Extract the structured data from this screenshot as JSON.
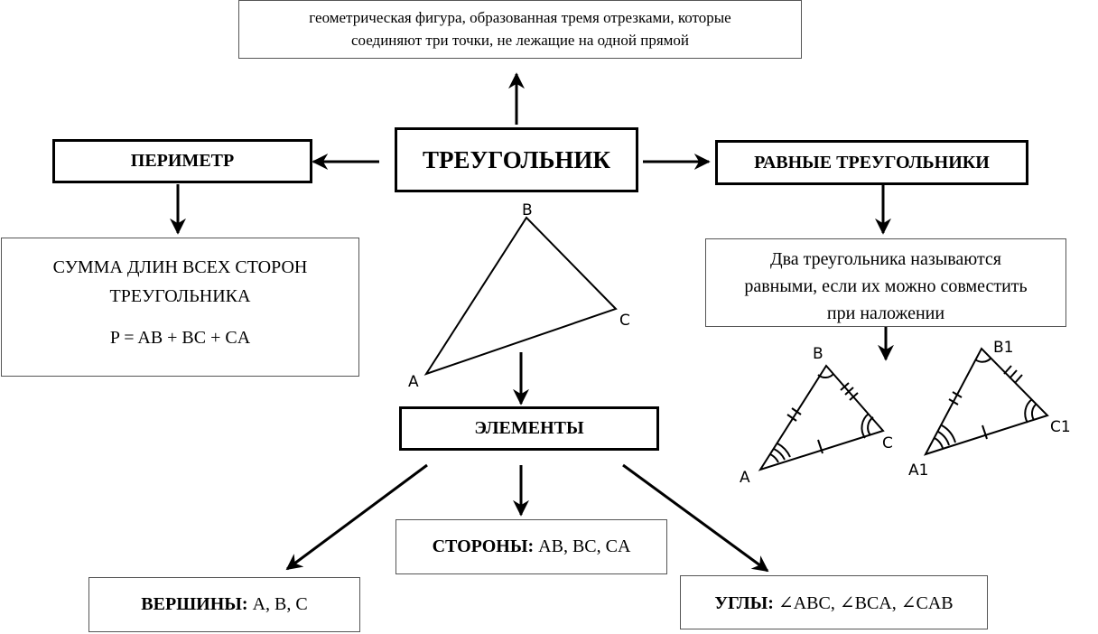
{
  "definition": {
    "line1": "геометрическая фигура, образованная тремя отрезками, которые",
    "line2": "соединяют три точки, не лежащие на одной прямой"
  },
  "center_title": "ТРЕУГОЛЬНИК",
  "perimeter": {
    "title": "ПЕРИМЕТР",
    "desc_line1": "СУММА ДЛИН ВСЕХ СТОРОН",
    "desc_line2": "ТРЕУГОЛЬНИКА",
    "formula": "P = AB + BC + CA"
  },
  "equal": {
    "title": "РАВНЫЕ ТРЕУГОЛЬНИКИ",
    "desc_line1": "Два треугольника называются",
    "desc_line2": "равными, если их можно совместить",
    "desc_line3": "при наложении"
  },
  "elements": {
    "title": "ЭЛЕМЕНТЫ",
    "vertices_label": "ВЕРШИНЫ:",
    "vertices_value": " A, B, C",
    "sides_label": "СТОРОНЫ:",
    "sides_value": " AB, BC, CA",
    "angles_label": "УГЛЫ:",
    "angles_value": " ∠ABC, ∠BCA, ∠CAB"
  },
  "triangle_main": {
    "A": "A",
    "B": "B",
    "C": "C"
  },
  "triangle_1": {
    "A": "A",
    "B": "B",
    "C": "C"
  },
  "triangle_2": {
    "A": "A1",
    "B": "B1",
    "C": "C1"
  }
}
